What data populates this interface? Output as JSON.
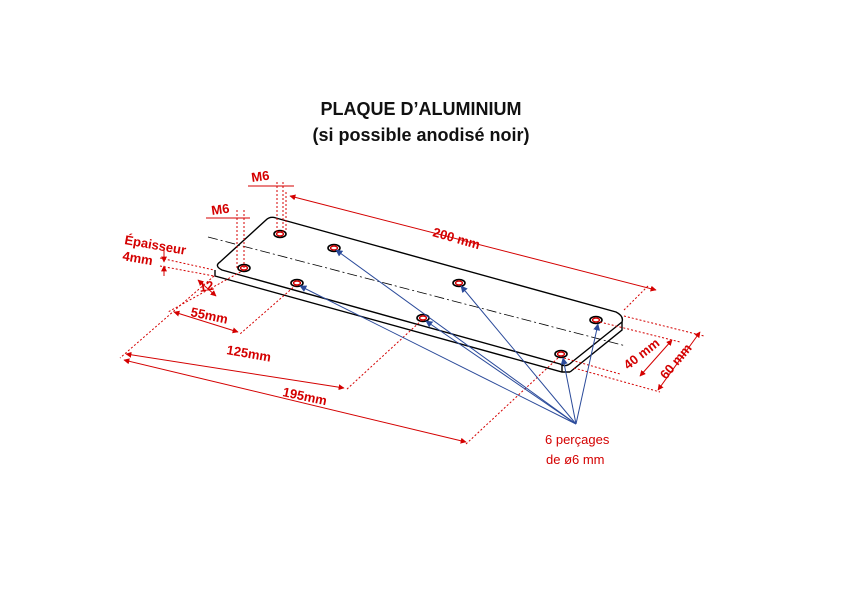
{
  "title": {
    "line1": "PLAQUE D’ALUMINIUM",
    "line2": "(si possible anodisé noir)"
  },
  "dimensions": {
    "length": "200 mm",
    "width": "60 mm",
    "hole_row_offset": "40 mm",
    "thickness_label": "Épaisseur",
    "thickness_value": "4mm",
    "edge_offset": "12",
    "d55": "55mm",
    "d125": "125mm",
    "d195": "195mm",
    "thread_1": "M6",
    "thread_2": "M6"
  },
  "holes_callout": {
    "line1": "6 perçages",
    "line2": "de ø6 mm"
  },
  "colors": {
    "dimension": "#d40000",
    "leader": "#2a4a9a",
    "outline": "#000000"
  }
}
